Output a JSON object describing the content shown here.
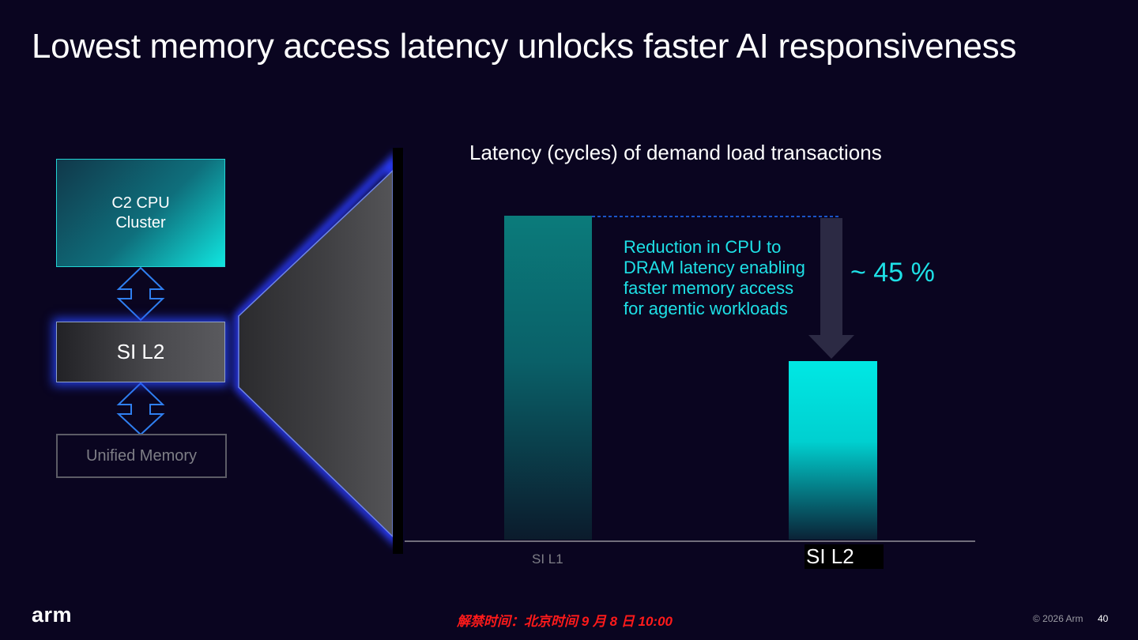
{
  "slide": {
    "title": "Lowest memory access latency unlocks faster AI responsiveness"
  },
  "diagram": {
    "cpu_cluster_label": "C2 CPU\nCluster",
    "l2_label": "SI L2",
    "memory_label": "Unified Memory"
  },
  "chart_data": {
    "type": "bar",
    "title": "Latency (cycles) of demand load transactions",
    "categories": [
      "SI L1",
      "SI L2"
    ],
    "values": [
      100,
      55
    ],
    "ylim": [
      0,
      100
    ],
    "grid": false,
    "legend": "none",
    "annotation": "Reduction in CPU to DRAM latency enabling faster memory access for agentic workloads",
    "reduction_label": "~ 45 %",
    "colors": {
      "bar_si_l1": "#0b7b7b",
      "bar_si_l2": "#00e8e4",
      "annotation": "#1ee0e6"
    }
  },
  "footer": {
    "logo": "arm",
    "embargo_notice": "解禁时间：北京时间 9 月 8 日 10:00",
    "copyright": "© 2026 Arm",
    "page_number": "40"
  }
}
